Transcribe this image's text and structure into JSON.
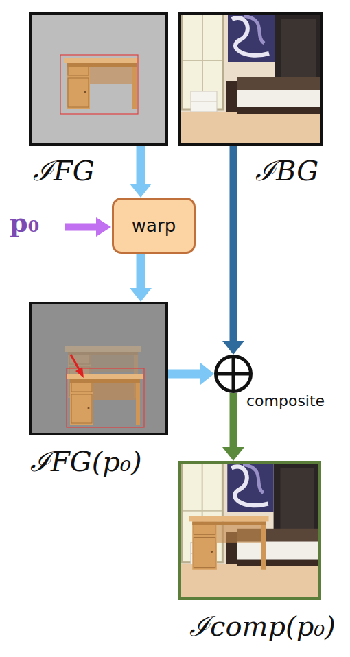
{
  "diagram": {
    "nodes": [
      {
        "text": [
          "ℐFG"
        ]
      },
      {
        "text": [
          "ℐBG"
        ]
      },
      {
        "text": [
          "warp"
        ]
      },
      {
        "text": [
          "ℐFG(p₀)"
        ]
      },
      {
        "text": [
          "composite"
        ]
      },
      {
        "text": [
          "ℐcomp(p₀)"
        ]
      }
    ],
    "edges": [
      {
        "from": 0,
        "to": 2,
        "arrow": "to"
      },
      {
        "from": 2,
        "to": 3,
        "arrow": "to"
      },
      {
        "from": 3,
        "to": 4,
        "arrow": "to"
      },
      {
        "from": 1,
        "to": 4,
        "arrow": "to"
      },
      {
        "from": 4,
        "to": 5,
        "arrow": "to"
      }
    ],
    "labels": [
      "p₀"
    ]
  }
}
